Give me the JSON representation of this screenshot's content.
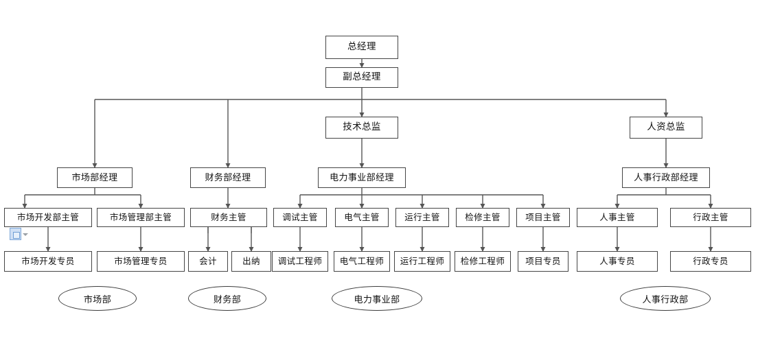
{
  "chart": {
    "type": "org-chart",
    "title": "",
    "language": "zh-CN",
    "line_color": "#555555",
    "box_border_color": "#444444",
    "background": "#ffffff",
    "levels": [
      {
        "level": 1,
        "nodes": [
          {
            "id": "gm",
            "label": "总经理"
          }
        ]
      },
      {
        "level": 2,
        "nodes": [
          {
            "id": "dgm",
            "label": "副总经理"
          }
        ]
      },
      {
        "level": 3,
        "nodes": [
          {
            "id": "cto",
            "label": "技术总监"
          },
          {
            "id": "chro",
            "label": "人资总监"
          }
        ]
      },
      {
        "level": 4,
        "nodes": [
          {
            "id": "mkt_mgr",
            "label": "市场部经理"
          },
          {
            "id": "fin_mgr",
            "label": "财务部经理"
          },
          {
            "id": "power_mgr",
            "label": "电力事业部经理"
          },
          {
            "id": "hr_mgr",
            "label": "人事行政部经理"
          }
        ]
      },
      {
        "level": 5,
        "nodes": [
          {
            "id": "mkt_dev_sup",
            "label": "市场开发部主管"
          },
          {
            "id": "mkt_adm_sup",
            "label": "市场管理部主管"
          },
          {
            "id": "fin_sup",
            "label": "财务主管"
          },
          {
            "id": "commission_sup",
            "label": "调试主管"
          },
          {
            "id": "electrical_sup",
            "label": "电气主管"
          },
          {
            "id": "operation_sup",
            "label": "运行主管"
          },
          {
            "id": "maintenance_sup",
            "label": "检修主管"
          },
          {
            "id": "project_sup",
            "label": "项目主管"
          },
          {
            "id": "hr_sup",
            "label": "人事主管"
          },
          {
            "id": "admin_sup",
            "label": "行政主管"
          }
        ]
      },
      {
        "level": 6,
        "nodes": [
          {
            "id": "mkt_dev_spec",
            "label": "市场开发专员"
          },
          {
            "id": "mkt_adm_spec",
            "label": "市场管理专员"
          },
          {
            "id": "accountant",
            "label": "会计"
          },
          {
            "id": "cashier",
            "label": "出纳"
          },
          {
            "id": "commission_eng",
            "label": "调试工程师"
          },
          {
            "id": "electrical_eng",
            "label": "电气工程师"
          },
          {
            "id": "operation_eng",
            "label": "运行工程师"
          },
          {
            "id": "maintenance_eng",
            "label": "检修工程师"
          },
          {
            "id": "project_spec",
            "label": "项目专员"
          },
          {
            "id": "hr_spec",
            "label": "人事专员"
          },
          {
            "id": "admin_spec",
            "label": "行政专员"
          }
        ]
      }
    ],
    "department_labels": [
      {
        "id": "dept_mkt",
        "label": "市场部"
      },
      {
        "id": "dept_fin",
        "label": "财务部"
      },
      {
        "id": "dept_power",
        "label": "电力事业部"
      },
      {
        "id": "dept_hr",
        "label": "人事行政部"
      }
    ],
    "edges": [
      {
        "from": "gm",
        "to": "dgm"
      },
      {
        "from": "dgm",
        "to": "mkt_mgr"
      },
      {
        "from": "dgm",
        "to": "fin_mgr"
      },
      {
        "from": "dgm",
        "to": "cto"
      },
      {
        "from": "dgm",
        "to": "chro"
      },
      {
        "from": "cto",
        "to": "power_mgr"
      },
      {
        "from": "chro",
        "to": "hr_mgr"
      },
      {
        "from": "mkt_mgr",
        "to": "mkt_dev_sup"
      },
      {
        "from": "mkt_mgr",
        "to": "mkt_adm_sup"
      },
      {
        "from": "fin_mgr",
        "to": "fin_sup"
      },
      {
        "from": "power_mgr",
        "to": "commission_sup"
      },
      {
        "from": "power_mgr",
        "to": "electrical_sup"
      },
      {
        "from": "power_mgr",
        "to": "operation_sup"
      },
      {
        "from": "power_mgr",
        "to": "maintenance_sup"
      },
      {
        "from": "power_mgr",
        "to": "project_sup"
      },
      {
        "from": "hr_mgr",
        "to": "hr_sup"
      },
      {
        "from": "hr_mgr",
        "to": "admin_sup"
      },
      {
        "from": "mkt_dev_sup",
        "to": "mkt_dev_spec"
      },
      {
        "from": "mkt_adm_sup",
        "to": "mkt_adm_spec"
      },
      {
        "from": "fin_sup",
        "to": "accountant"
      },
      {
        "from": "fin_sup",
        "to": "cashier"
      },
      {
        "from": "commission_sup",
        "to": "commission_eng"
      },
      {
        "from": "electrical_sup",
        "to": "electrical_eng"
      },
      {
        "from": "operation_sup",
        "to": "operation_eng"
      },
      {
        "from": "maintenance_sup",
        "to": "maintenance_eng"
      },
      {
        "from": "project_sup",
        "to": "project_spec"
      },
      {
        "from": "hr_sup",
        "to": "hr_spec"
      },
      {
        "from": "admin_sup",
        "to": "admin_spec"
      }
    ]
  },
  "artifacts": {
    "paste_options": "paste-options-icon"
  }
}
